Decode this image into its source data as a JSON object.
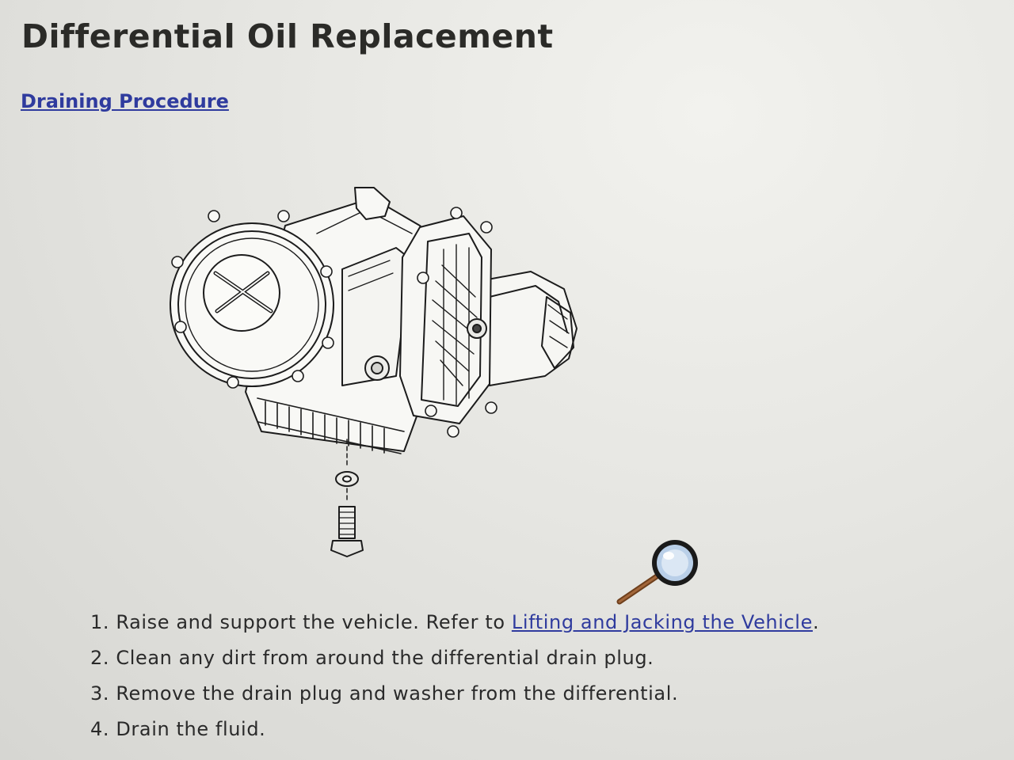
{
  "page": {
    "title": "Differential Oil Replacement",
    "section_link": "Draining Procedure"
  },
  "figure": {
    "icon": "differential-drain-plug-illustration",
    "zoom_icon": "magnifier-icon"
  },
  "steps": [
    {
      "num": "1.",
      "text": "Raise and support the vehicle. Refer to ",
      "link": "Lifting and Jacking the Vehicle",
      "suffix": "."
    },
    {
      "num": "2.",
      "text": "Clean any dirt from around the differential drain plug."
    },
    {
      "num": "3.",
      "text": "Remove the drain plug and washer from the differential."
    },
    {
      "num": "4.",
      "text": "Drain the fluid."
    }
  ],
  "colors": {
    "link": "#2f3b9e",
    "title": "#2b2b28",
    "text": "#2a2a2a"
  }
}
